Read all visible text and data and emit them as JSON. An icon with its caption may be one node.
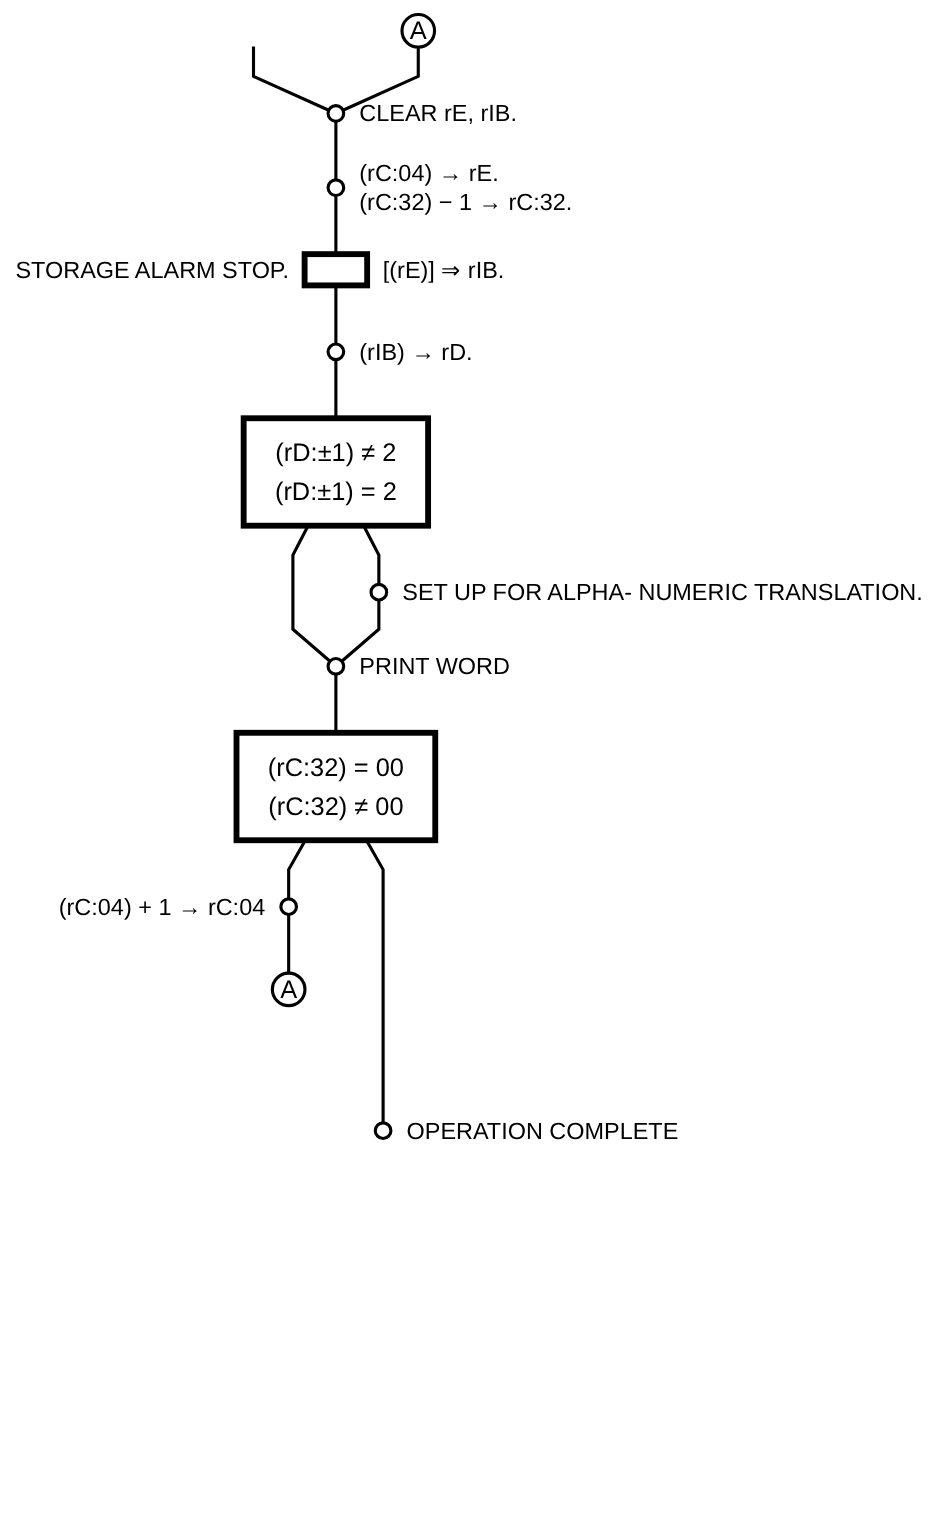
{
  "diagram": {
    "nodes": [
      {
        "text": [
          "A"
        ]
      },
      {
        "text": [],
        "shape": "circle",
        "beside": [
          "CLEAR rE, rIB."
        ]
      },
      {
        "text": [],
        "shape": "circle",
        "beside": [
          "(rC:04) → rE.",
          "(rC:32) − 1 → rC:32."
        ]
      },
      {
        "text": [],
        "shape": "box",
        "beside": [
          "STORAGE ALARM STOP.",
          "[(rE)] ⇒ rIB."
        ]
      },
      {
        "text": [],
        "shape": "circle",
        "beside": [
          "(rIB) → rD."
        ]
      },
      {
        "text": [
          "(rD:±1) ≠ 2",
          "(rD:±1) = 2"
        ]
      },
      {
        "text": [],
        "shape": "circle",
        "beside": [
          "SET UP FOR ALPHA- NUMERIC TRANSLATION."
        ]
      },
      {
        "text": [],
        "shape": "circle",
        "beside": [
          "PRINT WORD"
        ]
      },
      {
        "text": [
          "(rC:32) = 00",
          "(rC:32) ≠ 00"
        ]
      },
      {
        "text": [],
        "shape": "circle",
        "beside": [
          "(rC:04) + 1 → rC:04"
        ]
      },
      {
        "text": [
          "A"
        ]
      },
      {
        "text": [],
        "shape": "circle",
        "beside": [
          "OPERATION COMPLETE"
        ]
      }
    ],
    "edges": [
      {
        "from": null,
        "to": 1,
        "arrow": "none"
      },
      {
        "from": 0,
        "to": 1,
        "arrow": "none"
      },
      {
        "from": 1,
        "to": 2,
        "arrow": "none"
      },
      {
        "from": 2,
        "to": 3,
        "arrow": "none"
      },
      {
        "from": 3,
        "to": 4,
        "arrow": "none"
      },
      {
        "from": 4,
        "to": 5,
        "arrow": "none"
      },
      {
        "from": 5,
        "to": 7,
        "arrow": "none"
      },
      {
        "from": 5,
        "to": 6,
        "arrow": "none"
      },
      {
        "from": 6,
        "to": 7,
        "arrow": "none"
      },
      {
        "from": 7,
        "to": 8,
        "arrow": "none"
      },
      {
        "from": 8,
        "to": 9,
        "arrow": "none"
      },
      {
        "from": 9,
        "to": 10,
        "arrow": "none"
      },
      {
        "from": 8,
        "to": 11,
        "arrow": "none"
      }
    ]
  }
}
